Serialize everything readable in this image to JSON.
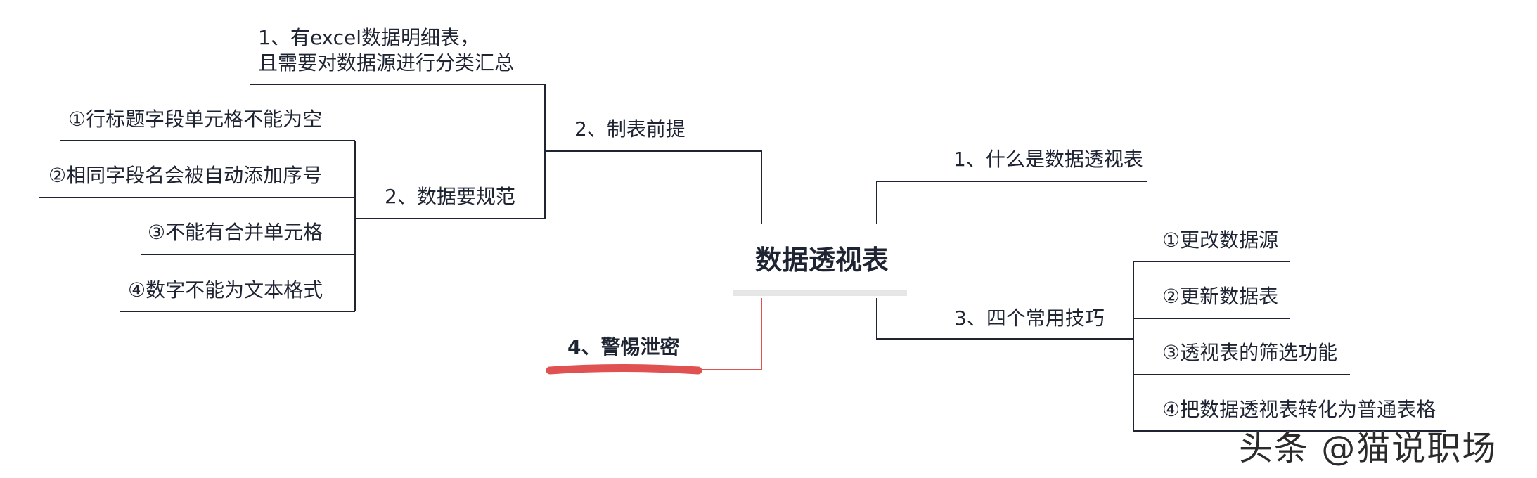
{
  "root": {
    "title": "数据透视表"
  },
  "nodes": {
    "what_is": "1、什么是数据透视表",
    "prereq": "2、制表前提",
    "prereq_excel_l1": "1、有excel数据明细表，",
    "prereq_excel_l2": "且需要对数据源进行分类汇总",
    "data_norm": "2、数据要规范",
    "norm_items": [
      "①行标题字段单元格不能为空",
      "②相同字段名会被自动添加序号",
      "③不能有合并单元格",
      "④数字不能为文本格式"
    ],
    "tips": "3、四个常用技巧",
    "tip_items": [
      "①更改数据源",
      "②更新数据表",
      "③透视表的筛选功能",
      "④把数据透视表转化为普通表格"
    ],
    "security": "4、警惕泄密"
  },
  "watermark": "头条 @猫说职场",
  "colors": {
    "line": "#1f2433",
    "accent": "#e05252",
    "root_bar": "#e6e6e6"
  }
}
